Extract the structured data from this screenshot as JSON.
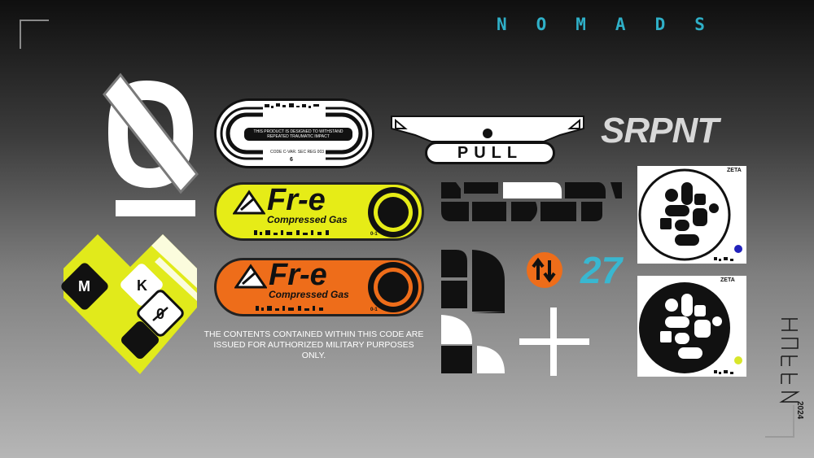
{
  "header": {
    "brand": "NOMADS"
  },
  "footer": {
    "year": "2024"
  },
  "stickers": {
    "impact_label": {
      "line1": "THIS PRODUCT IS DESIGNED TO WITHSTAND REPEATED TRAUMATIC IMPACT",
      "line2": "CODE C-VAR. SEC REG 003",
      "number": "6"
    },
    "pull_tag": {
      "label": "PULL"
    },
    "brand_logo": {
      "text": "SRPNT"
    },
    "gas_yellow": {
      "title": "Fr-e",
      "subtitle": "Compressed Gas",
      "code": "0-1",
      "color": "#e6ec17"
    },
    "gas_orange": {
      "title": "Fr-e",
      "subtitle": "Compressed Gas",
      "code": "0-1",
      "color": "#ee6d1a"
    },
    "caption": "THE CONTENTS CONTAINED WITHIN THIS CODE ARE ISSUED FOR AUTHORIZED MILITARY PURPOSES ONLY.",
    "heart_badge": {
      "letter1": "M",
      "letter2": "K",
      "color": "#e1ea1b"
    },
    "zeta_light": {
      "label": "ZETA",
      "dot_color": "#2222bb"
    },
    "zeta_dark": {
      "label": "ZETA",
      "dot_color": "#d8e62a"
    },
    "number_badge": {
      "text": "27",
      "color": "#39b7d0"
    },
    "arrows_badge": {
      "color": "#ee6d1a",
      "icon": "up-down-arrows-icon"
    }
  }
}
